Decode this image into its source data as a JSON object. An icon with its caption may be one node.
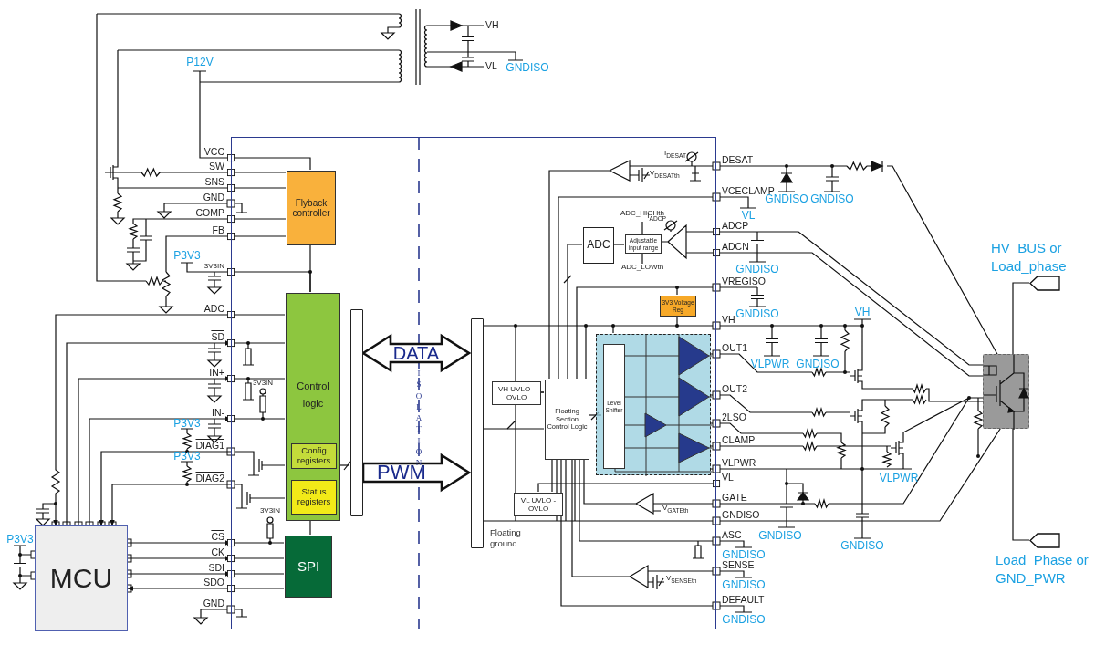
{
  "diagram": {
    "nodes": [
      {
        "text": [],
        "shape": "box"
      },
      {
        "text": [
          "Flyback controller"
        ],
        "in": 0
      },
      {
        "text": [
          "Control logic"
        ],
        "in": 0
      },
      {
        "text": [
          "Config registers"
        ],
        "in": 2
      },
      {
        "text": [
          "Status registers"
        ],
        "in": 2
      },
      {
        "text": [
          "SPI"
        ],
        "in": 0
      },
      {
        "text": [],
        "shape": "bar",
        "in": 0
      },
      {
        "text": [],
        "shape": "bar",
        "in": 0,
        "beside": [
          "Floating ground"
        ]
      },
      {
        "text": [
          "VH UVLO - OVLO"
        ],
        "in": 0
      },
      {
        "text": [
          "Floating Section Control Logic"
        ],
        "in": 0
      },
      {
        "text": [
          "VL UVLO - OVLO"
        ],
        "in": 0
      },
      {
        "text": [],
        "shape": "box",
        "in": 0
      },
      {
        "text": [
          "Level Shifter"
        ],
        "in": 11
      },
      {
        "text": [
          "ADC"
        ],
        "in": 0
      },
      {
        "text": [
          "Adjustable input range"
        ],
        "in": 0
      },
      {
        "text": [
          "3V3 Voltage Reg"
        ],
        "in": 0
      },
      {
        "text": [
          "MCU"
        ]
      },
      {
        "text": [],
        "shape": "picture"
      },
      {
        "text": [],
        "shape": "box",
        "beside": [
          "HV_BUS or Load_phase"
        ]
      },
      {
        "text": [],
        "shape": "box",
        "beside": [
          "Load_Phase or GND_PWR"
        ]
      }
    ],
    "edges": [
      {
        "from": 1,
        "to": 2,
        "arrow": "none"
      },
      {
        "from": 5,
        "to": 2,
        "arrow": "none"
      },
      {
        "from": 2,
        "to": 6,
        "arrow": "none"
      },
      {
        "from": 6,
        "to": 7,
        "arrow": "both",
        "label": "DATA",
        "style": "thick"
      },
      {
        "from": 6,
        "to": 7,
        "arrow": "to",
        "label": "PWM",
        "style": "thick"
      },
      {
        "from": 7,
        "to": 9,
        "arrow": "none"
      },
      {
        "from": 8,
        "to": 9,
        "arrow": "none"
      },
      {
        "from": 10,
        "to": 9,
        "arrow": "none"
      },
      {
        "from": 9,
        "to": 12,
        "arrow": "none"
      },
      {
        "from": 13,
        "to": 14,
        "arrow": "none"
      },
      {
        "from": 0,
        "to": 16,
        "arrow": "to"
      },
      {
        "from": 16,
        "to": 0,
        "arrow": "to"
      },
      {
        "from": 16,
        "to": 0,
        "arrow": "to"
      },
      {
        "from": 16,
        "to": 0,
        "arrow": "to"
      },
      {
        "from": 0,
        "to": 16,
        "arrow": "to"
      },
      {
        "from": 0,
        "to": 16,
        "arrow": "to"
      },
      {
        "from": 16,
        "to": 0,
        "arrow": "to"
      },
      {
        "from": 16,
        "to": 0,
        "arrow": "to"
      },
      {
        "from": 16,
        "to": 0,
        "arrow": "to"
      },
      {
        "from": 0,
        "to": 16,
        "arrow": "to"
      },
      {
        "from": 0,
        "to": 17,
        "arrow": "other"
      },
      {
        "from": 0,
        "to": 17,
        "arrow": "other"
      },
      {
        "from": 18,
        "to": 17,
        "arrow": "none"
      },
      {
        "from": 19,
        "to": 17,
        "arrow": "none"
      },
      {
        "from": 0,
        "to": 1,
        "arrow": "other"
      },
      {
        "from": 0,
        "to": 1,
        "arrow": "other"
      },
      {
        "from": 0,
        "to": 1,
        "arrow": "other"
      },
      {
        "from": 0,
        "to": 1,
        "arrow": "other"
      },
      {
        "from": 0,
        "to": 1,
        "arrow": "other"
      },
      {
        "from": 0,
        "to": 2,
        "arrow": "other"
      },
      {
        "from": 0,
        "to": 2,
        "arrow": "other"
      },
      {
        "from": 0,
        "to": 2,
        "arrow": "other"
      },
      {
        "from": 0,
        "to": 2,
        "arrow": "other"
      },
      {
        "from": 0,
        "to": 10,
        "arrow": "other"
      },
      {
        "from": 13,
        "to": 9,
        "arrow": "none"
      },
      {
        "from": 0,
        "to": 5,
        "arrow": "other"
      },
      {
        "from": 0,
        "to": 5,
        "arrow": "other"
      },
      {
        "from": 0,
        "to": 5,
        "arrow": "other"
      },
      {
        "from": 0,
        "to": 5,
        "arrow": "other"
      },
      {
        "from": 0,
        "to": 2,
        "arrow": "other"
      }
    ],
    "labels": [
      "VH",
      "P12V",
      "VL",
      "GNDISO",
      "VCC",
      "SW",
      "SNS",
      "GND",
      "COMP",
      "FB",
      "P3V3",
      "3V3IN",
      "ADC",
      "SD",
      "IN+",
      "3V3IN",
      "IN-",
      "P3V3",
      "DIAG1",
      "P3V3",
      "DIAG2",
      "3V3IN",
      "P3V3",
      "CS",
      "CK",
      "SDI",
      "SDO",
      "GND",
      "I$_{DESAT}$",
      "DESAT",
      "V$_{DESATth}$",
      "VCECLAMP",
      "GNDISO",
      "GNDISO",
      "VL",
      "ADC_HIGHth",
      "I$_{ADCP}$",
      "ADCP",
      "ADCN",
      "GNDISO",
      "ADC_LOWth",
      "VREGISO",
      "GNDISO",
      "VH",
      "VH",
      "OUT1",
      "VLPWR",
      "GNDISO",
      "ISOLATION",
      "OUT2",
      "2LSO",
      "CLAMP",
      "VLPWR",
      "VL",
      "VLPWR",
      "GATE",
      "V$_{GATEth}$",
      "GNDISO",
      "GNDISO",
      "GNDISO",
      "ASC",
      "GNDISO",
      "SENSE",
      "V$_{SENSEth}$",
      "GNDISO",
      "DEFAULT",
      "GNDISO"
    ]
  }
}
